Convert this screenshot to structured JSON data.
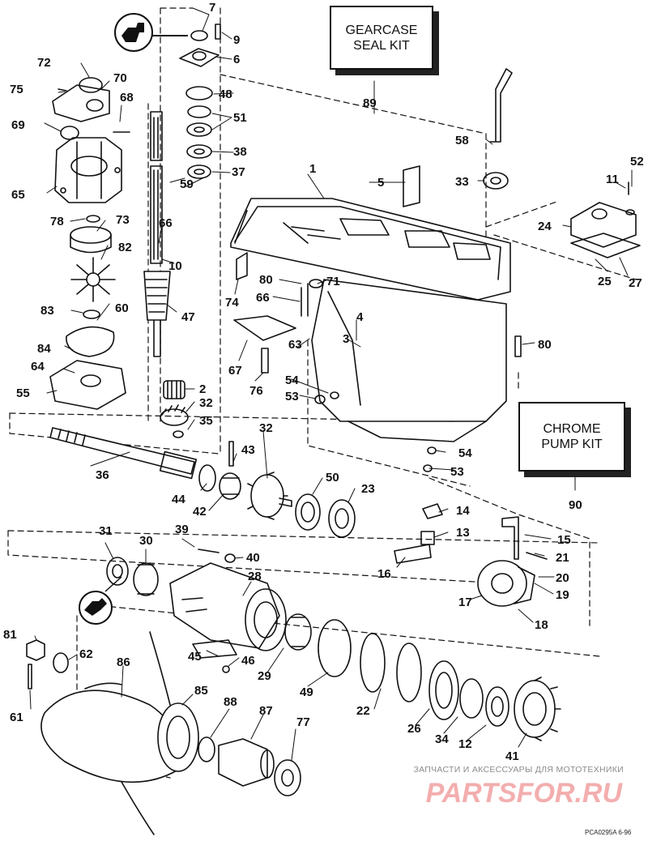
{
  "kits": {
    "gearcase_seal_line1": "GEARCASE",
    "gearcase_seal_line2": "SEAL KIT",
    "chrome_pump_line1": "CHROME",
    "chrome_pump_line2": "PUMP KIT"
  },
  "callouts": {
    "c1": "1",
    "c2": "2",
    "c3": "3",
    "c4": "4",
    "c5": "5",
    "c6": "6",
    "c7": "7",
    "c9": "9",
    "c10": "10",
    "c11": "11",
    "c12": "12",
    "c13": "13",
    "c14": "14",
    "c15": "15",
    "c16": "16",
    "c17": "17",
    "c18": "18",
    "c19": "19",
    "c20": "20",
    "c21": "21",
    "c22": "22",
    "c23": "23",
    "c24": "24",
    "c25": "25",
    "c26": "26",
    "c27": "27",
    "c28": "28",
    "c29": "29",
    "c30": "30",
    "c31": "31",
    "c32a": "32",
    "c32b": "32",
    "c33": "33",
    "c34": "34",
    "c35": "35",
    "c36": "36",
    "c37": "37",
    "c38": "38",
    "c39": "39",
    "c40": "40",
    "c41": "41",
    "c42": "42",
    "c43": "43",
    "c44": "44",
    "c45": "45",
    "c46": "46",
    "c47": "47",
    "c48": "48",
    "c49": "49",
    "c50": "50",
    "c51": "51",
    "c52": "52",
    "c53a": "53",
    "c53b": "53",
    "c54a": "54",
    "c54b": "54",
    "c55": "55",
    "c58": "58",
    "c59": "59",
    "c60": "60",
    "c61": "61",
    "c62": "62",
    "c63": "63",
    "c64": "64",
    "c65": "65",
    "c66a": "66",
    "c66b": "66",
    "c67": "67",
    "c68": "68",
    "c69": "69",
    "c70": "70",
    "c71": "71",
    "c72": "72",
    "c73": "73",
    "c74": "74",
    "c75": "75",
    "c76": "76",
    "c77": "77",
    "c78": "78",
    "c80a": "80",
    "c80b": "80",
    "c81": "81",
    "c82": "82",
    "c83": "83",
    "c84": "84",
    "c85": "85",
    "c86": "86",
    "c87": "87",
    "c88": "88",
    "c89": "89",
    "c90": "90"
  },
  "watermark": {
    "tagline": "ЗАПЧАСТИ И АКСЕССУАРЫ ДЛЯ МОТОТЕХНИКИ",
    "logo": "PARTSFOR.RU"
  },
  "footer": {
    "code": "PCA0295A   6-96"
  },
  "icons": {
    "lube": "grease-fitting-icon",
    "sealant": "sealant-tube-icon"
  }
}
